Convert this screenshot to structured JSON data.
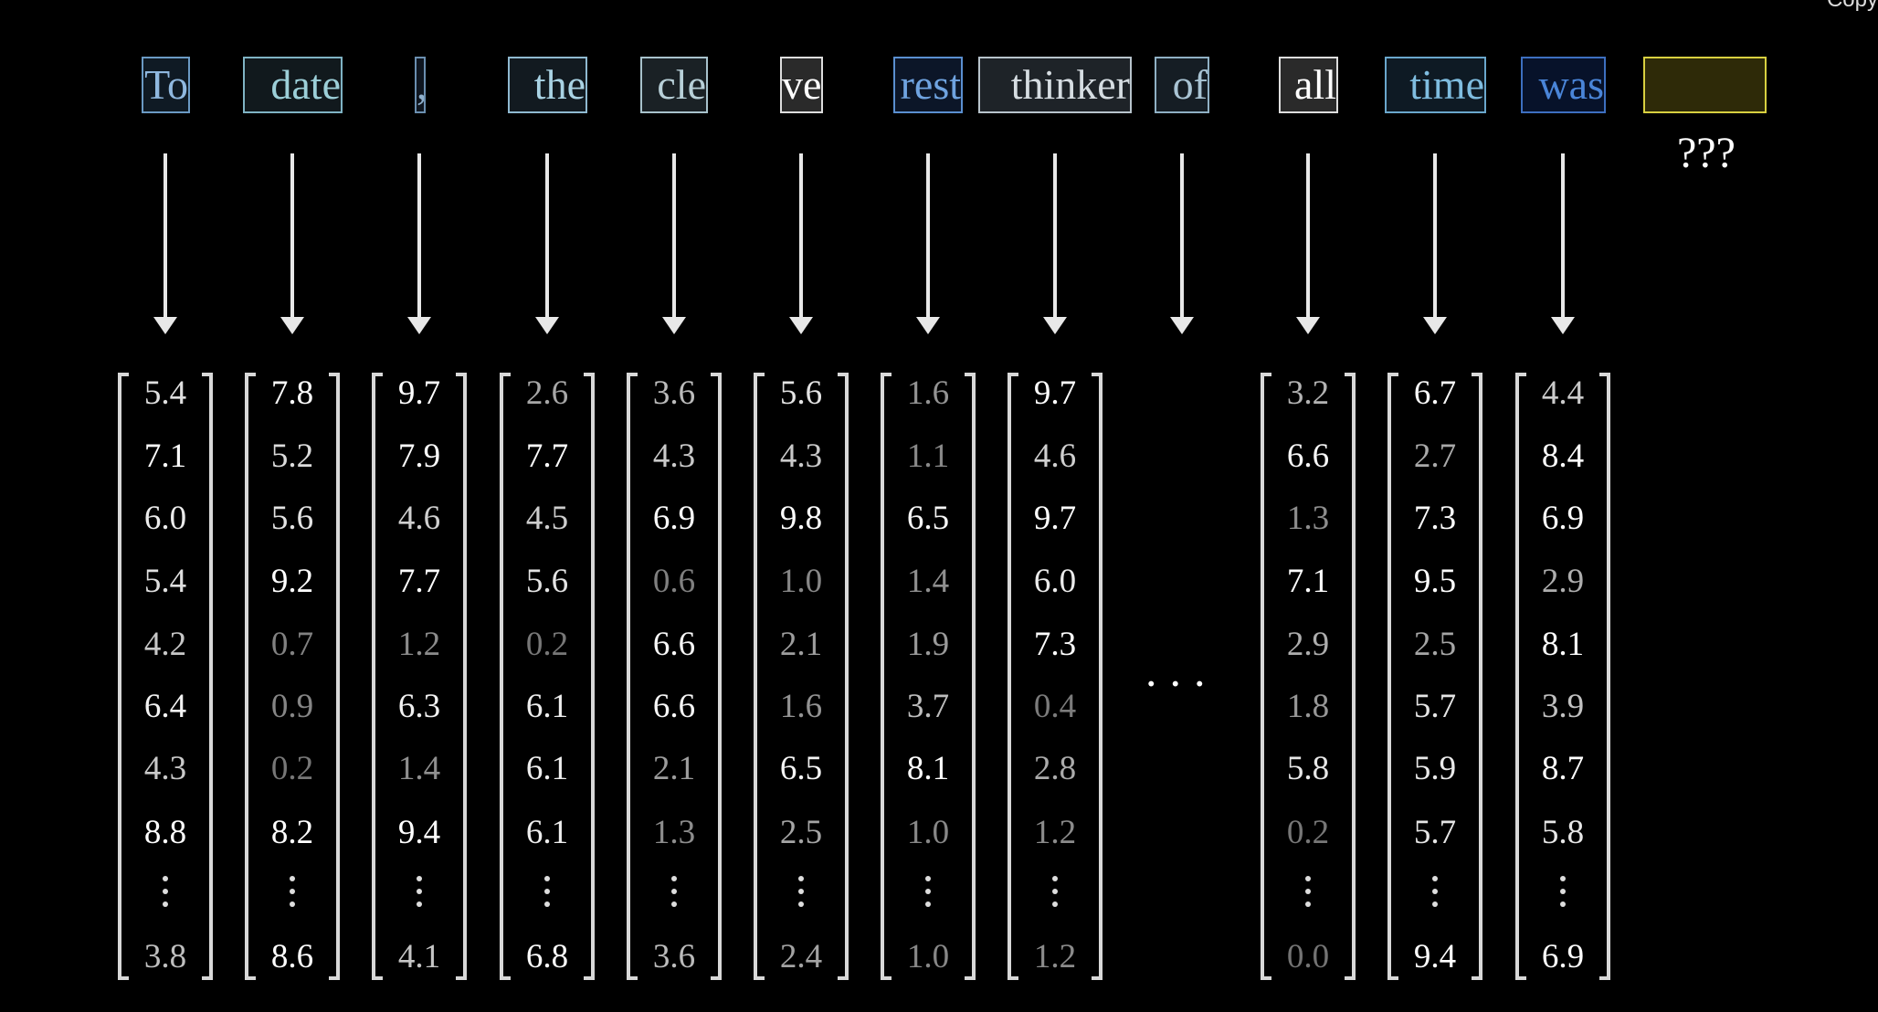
{
  "overlay": {
    "copy_label": "Copy l"
  },
  "tokens": [
    {
      "text": "To",
      "border": "#6b9ac4",
      "color": "#8fb8df",
      "bg": "#0f1a24"
    },
    {
      "text": "date",
      "border": "#7fb3c4",
      "color": "#9ccfd8",
      "bg": "#11191d"
    },
    {
      "text": ",",
      "border": "#6b8fb0",
      "color": "#8fb0cc",
      "bg": "#0f1620"
    },
    {
      "text": "the",
      "border": "#8fb9d0",
      "color": "#a9d3e4",
      "bg": "#121a20"
    },
    {
      "text": "cle",
      "border": "#a8c2cc",
      "color": "#b8d0d8",
      "bg": "#1a2125"
    },
    {
      "text": "ve",
      "border": "#dddddd",
      "color": "#ffffff",
      "bg": "#2a2a2a"
    },
    {
      "text": "rest",
      "border": "#5a8fd0",
      "color": "#6fa3e0",
      "bg": "#0c1628"
    },
    {
      "text": "thinker",
      "border": "#b8c4cc",
      "color": "#d6dde2",
      "bg": "#1e2328"
    },
    {
      "text": "of",
      "border": "#8fb0c4",
      "color": "#a9c4d4",
      "bg": "#151d24"
    },
    {
      "text": "all",
      "border": "#dddddd",
      "color": "#ffffff",
      "bg": "#2a2a2a"
    },
    {
      "text": "time",
      "border": "#6aa7cc",
      "color": "#7fbde0",
      "bg": "#0e1a24"
    },
    {
      "text": "was",
      "border": "#3d6fc0",
      "color": "#4a85d8",
      "bg": "#07122a"
    },
    {
      "text": "",
      "border": "#d8d040",
      "color": "#ffffff",
      "bg": "#2e2a08"
    }
  ],
  "prediction_label": "???",
  "ellipsis": "...",
  "vectors": [
    {
      "values": [
        "5.4",
        "7.1",
        "6.0",
        "5.4",
        "4.2",
        "6.4",
        "4.3",
        "8.8"
      ],
      "last": "3.8"
    },
    {
      "values": [
        "7.8",
        "5.2",
        "5.6",
        "9.2",
        "0.7",
        "0.9",
        "0.2",
        "8.2"
      ],
      "last": "8.6"
    },
    {
      "values": [
        "9.7",
        "7.9",
        "4.6",
        "7.7",
        "1.2",
        "6.3",
        "1.4",
        "9.4"
      ],
      "last": "4.1"
    },
    {
      "values": [
        "2.6",
        "7.7",
        "4.5",
        "5.6",
        "0.2",
        "6.1",
        "6.1",
        "6.1"
      ],
      "last": "6.8"
    },
    {
      "values": [
        "3.6",
        "4.3",
        "6.9",
        "0.6",
        "6.6",
        "6.6",
        "2.1",
        "1.3"
      ],
      "last": "3.6"
    },
    {
      "values": [
        "5.6",
        "4.3",
        "9.8",
        "1.0",
        "2.1",
        "1.6",
        "6.5",
        "2.5"
      ],
      "last": "2.4"
    },
    {
      "values": [
        "1.6",
        "1.1",
        "6.5",
        "1.4",
        "1.9",
        "3.7",
        "8.1",
        "1.0"
      ],
      "last": "1.0"
    },
    {
      "values": [
        "9.7",
        "4.6",
        "9.7",
        "6.0",
        "7.3",
        "0.4",
        "2.8",
        "1.2"
      ],
      "last": "1.2"
    },
    null,
    {
      "values": [
        "3.2",
        "6.6",
        "1.3",
        "7.1",
        "2.9",
        "1.8",
        "5.8",
        "0.2"
      ],
      "last": "0.0"
    },
    {
      "values": [
        "6.7",
        "2.7",
        "7.3",
        "9.5",
        "2.5",
        "5.7",
        "5.9",
        "5.7"
      ],
      "last": "9.4"
    },
    {
      "values": [
        "4.4",
        "8.4",
        "6.9",
        "2.9",
        "8.1",
        "3.9",
        "8.7",
        "5.8"
      ],
      "last": "6.9"
    }
  ]
}
